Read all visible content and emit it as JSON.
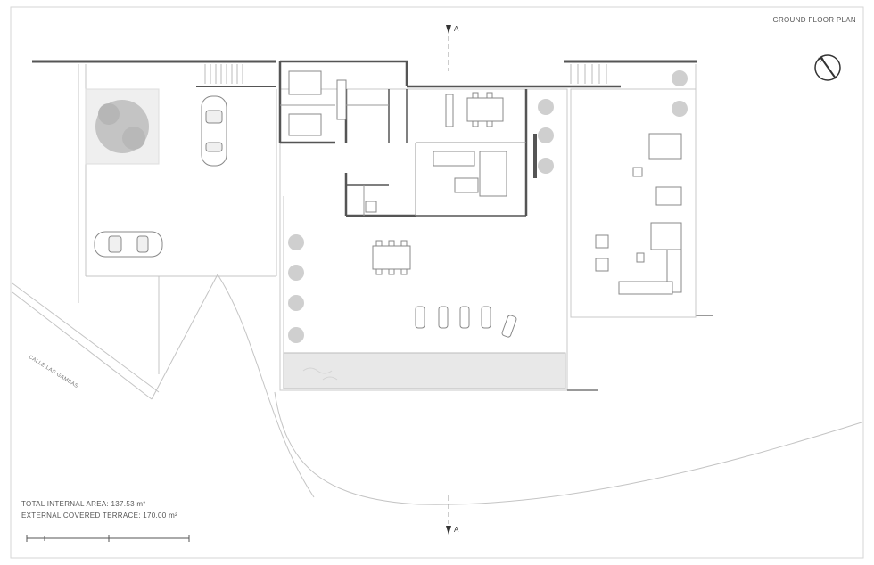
{
  "plan_title": "GROUND FLOOR PLAN",
  "area_stats": {
    "internal": "TOTAL INTERNAL AREA: 137.53 m²",
    "terrace": "EXTERNAL COVERED TERRACE: 170.00 m²"
  },
  "street_label": "CALLE LAS GAMBAS",
  "section_marker": "A",
  "north_label": "N",
  "colors": {
    "line": "#b8b8b8",
    "wall": "#555555",
    "pool": "#e6e6e6",
    "garden": "#eeeeee",
    "tree": "#c8c8c8"
  }
}
